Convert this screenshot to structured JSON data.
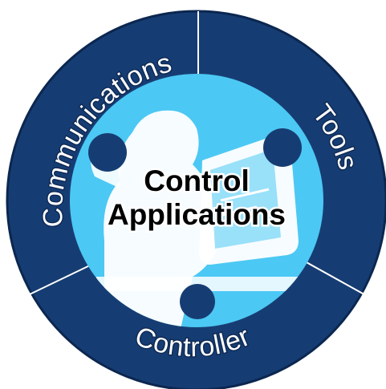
{
  "colors": {
    "ring": "#163d73",
    "ring_edge": "#0b2750",
    "center_fill": "#4cc8f4",
    "divider": "#ffffff",
    "text_outline": "#0e2a55"
  },
  "segments": [
    {
      "id": "communications",
      "label": "Communications"
    },
    {
      "id": "tools",
      "label": "Tools"
    },
    {
      "id": "controller",
      "label": "Controller"
    }
  ],
  "center": {
    "line1": "Control",
    "line2": "Applications"
  },
  "illustration": {
    "icon": "person-at-computer-icon"
  }
}
